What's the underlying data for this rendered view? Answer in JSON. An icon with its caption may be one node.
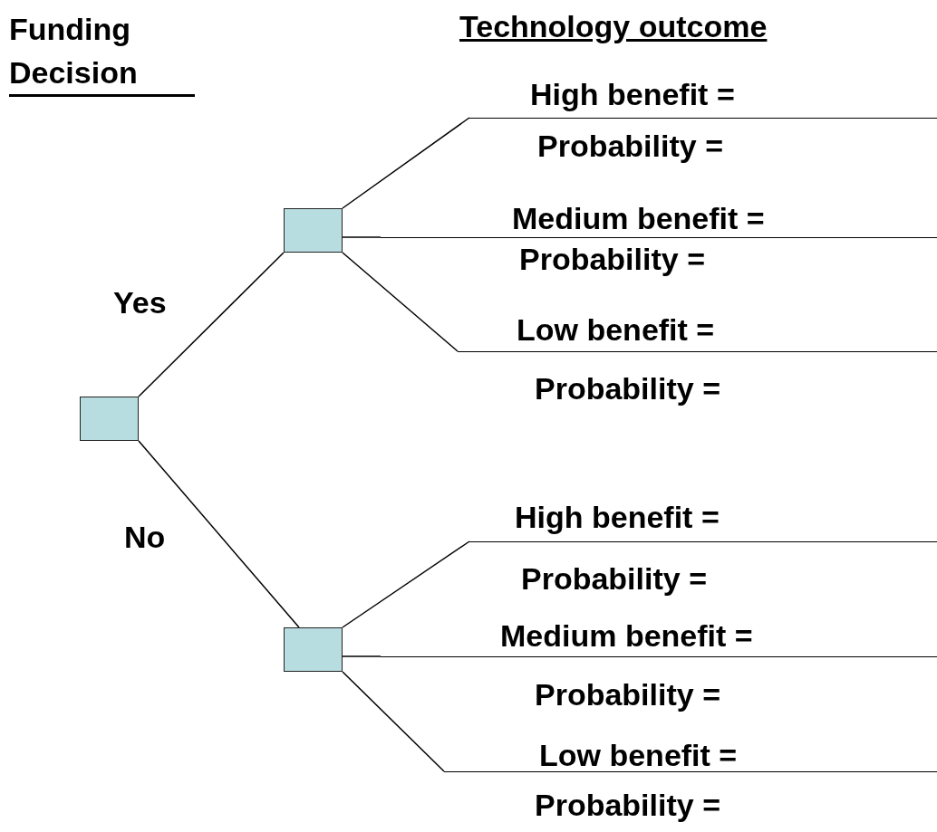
{
  "diagram": {
    "nodes": [
      {
        "text": [],
        "shape": "box"
      },
      {
        "text": [],
        "shape": "box"
      },
      {
        "text": [],
        "shape": "box"
      },
      {
        "text": [
          "High benefit =",
          "Probability ="
        ]
      },
      {
        "text": [
          "Medium benefit =",
          "Probability ="
        ]
      },
      {
        "text": [
          "Low benefit =",
          "Probability ="
        ]
      },
      {
        "text": [
          "High benefit =",
          "Probability ="
        ]
      },
      {
        "text": [
          "Medium benefit =",
          "Probability ="
        ]
      },
      {
        "text": [
          "Low benefit =",
          "Probability ="
        ]
      }
    ],
    "edges": [
      {
        "from": 0,
        "to": 1,
        "arrow": "none",
        "label": "Yes"
      },
      {
        "from": 0,
        "to": 2,
        "arrow": "none",
        "label": "No"
      },
      {
        "from": 1,
        "to": 3,
        "arrow": "none"
      },
      {
        "from": 1,
        "to": 4,
        "arrow": "none"
      },
      {
        "from": 1,
        "to": 5,
        "arrow": "none"
      },
      {
        "from": 2,
        "to": 6,
        "arrow": "none"
      },
      {
        "from": 2,
        "to": 7,
        "arrow": "none"
      },
      {
        "from": 2,
        "to": 8,
        "arrow": "none"
      }
    ],
    "labels": [
      "Funding Decision",
      "Technology outcome"
    ]
  }
}
